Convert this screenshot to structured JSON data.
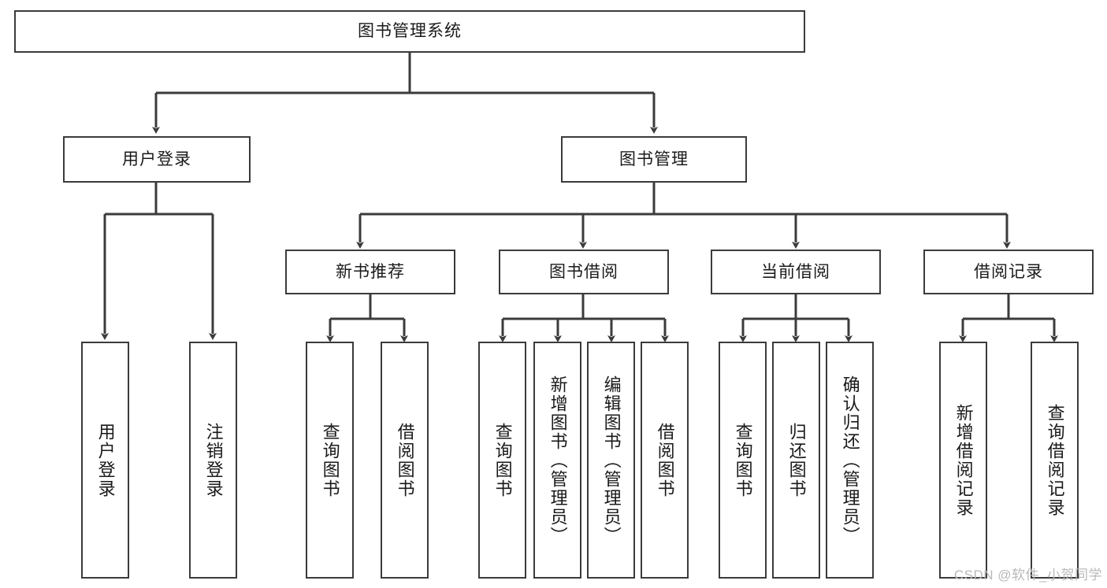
{
  "diagram": {
    "title": "图书管理系统",
    "type": "hierarchy-tree",
    "root": {
      "id": "root",
      "label": "图书管理系统"
    },
    "level2": [
      {
        "id": "user-login",
        "label": "用户登录"
      },
      {
        "id": "book-manage",
        "label": "图书管理"
      }
    ],
    "level3": [
      {
        "id": "new-book-recommend",
        "label": "新书推荐",
        "parent": "book-manage"
      },
      {
        "id": "book-borrow",
        "label": "图书借阅",
        "parent": "book-manage"
      },
      {
        "id": "current-borrow",
        "label": "当前借阅",
        "parent": "book-manage"
      },
      {
        "id": "borrow-record",
        "label": "借阅记录",
        "parent": "book-manage"
      }
    ],
    "leaves": {
      "user_login": [
        {
          "id": "leaf-user-login",
          "label": "用户登录"
        },
        {
          "id": "leaf-logout",
          "label": "注销登录"
        }
      ],
      "new_book_recommend": [
        {
          "id": "leaf-query-book-1",
          "label": "查询图书"
        },
        {
          "id": "leaf-borrow-book-1",
          "label": "借阅图书"
        }
      ],
      "book_borrow": [
        {
          "id": "leaf-query-book-2",
          "label": "查询图书"
        },
        {
          "id": "leaf-add-book",
          "label": "新增图书（管理员）"
        },
        {
          "id": "leaf-edit-book",
          "label": "编辑图书（管理员）"
        },
        {
          "id": "leaf-borrow-book-2",
          "label": "借阅图书"
        }
      ],
      "current_borrow": [
        {
          "id": "leaf-query-book-3",
          "label": "查询图书"
        },
        {
          "id": "leaf-return-book",
          "label": "归还图书"
        },
        {
          "id": "leaf-confirm-return",
          "label": "确认归还（管理员）"
        }
      ],
      "borrow_record": [
        {
          "id": "leaf-add-record",
          "label": "新增借阅记录"
        },
        {
          "id": "leaf-query-record",
          "label": "查询借阅记录"
        }
      ]
    }
  },
  "watermark": {
    "text": "CSDN @软件_小贺同学"
  },
  "colors": {
    "border": "#3b3b3b",
    "background": "#ffffff",
    "text": "#1a1a1a",
    "watermark": "#b9b9b9"
  }
}
